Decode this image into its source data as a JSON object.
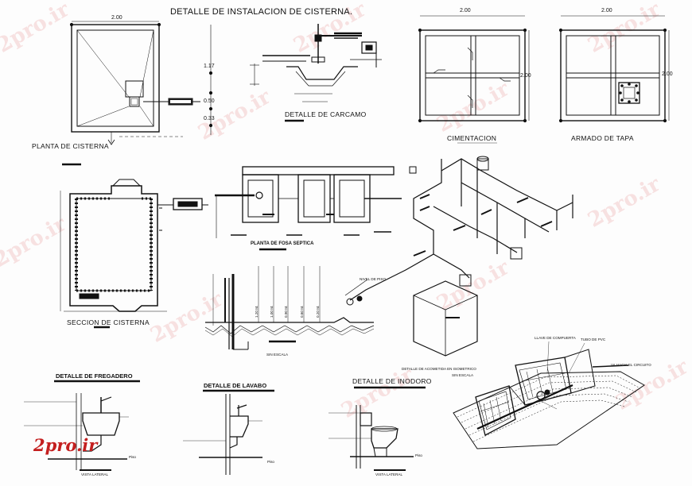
{
  "title": "DETALLE DE INSTALACION DE CISTERNA.",
  "watermark": "2pro.ir",
  "logo": "2pro.ir",
  "colors": {
    "ink": "#111111",
    "watermark": "#d22828",
    "logo": "#c41f1f",
    "paper": "#fdfdfd"
  },
  "views": {
    "planta_cisterna": {
      "label": "PLANTA DE CISTERNA",
      "dim_top": "2.00",
      "dim_right_1": "1.17",
      "dim_right_2": "0.50",
      "dim_right_3": "0.33"
    },
    "carcamo": {
      "label": "DETALLE DE CARCAMO"
    },
    "cimentacion": {
      "label": "CIMENTACION",
      "dim_top": "2.00",
      "dim_side": "2.00"
    },
    "armado_tapa": {
      "label": "ARMADO DE TAPA",
      "dim_top": "2.00",
      "dim_side": "2.00"
    },
    "seccion_cisterna": {
      "label": "SECCION DE CISTERNA"
    },
    "fosa_septica": {
      "label": "PLANTA DE FOSA SEPTICA"
    },
    "perfil": {
      "label": "SIN ESCALA",
      "levels": [
        "1.20 M.",
        "1.00 M.",
        "0.90 M.",
        "0.60 M.",
        "0.20 M."
      ],
      "nivel_piso": "NIVEL DE PISO"
    },
    "fregadero": {
      "label": "DETALLE DE FREGADERO",
      "vista": "VISTA LATERAL",
      "piso": "Piso"
    },
    "lavabo": {
      "label": "DETALLE DE LAVABO",
      "piso": "Piso"
    },
    "inodoro": {
      "label": "DETALLE DE INODORO",
      "vista": "VISTA LATERAL",
      "piso": "Piso"
    },
    "acometida": {
      "label": "DETALLE DE ACOMETIDA EN ISOMETRICO",
      "sublabel": "SIN ESCALA",
      "llave": "LLAVE DE COMPUERTA",
      "tubo": "TUBO DE PVC",
      "hacia": "VA HACIA EL CIRCUITO"
    }
  }
}
